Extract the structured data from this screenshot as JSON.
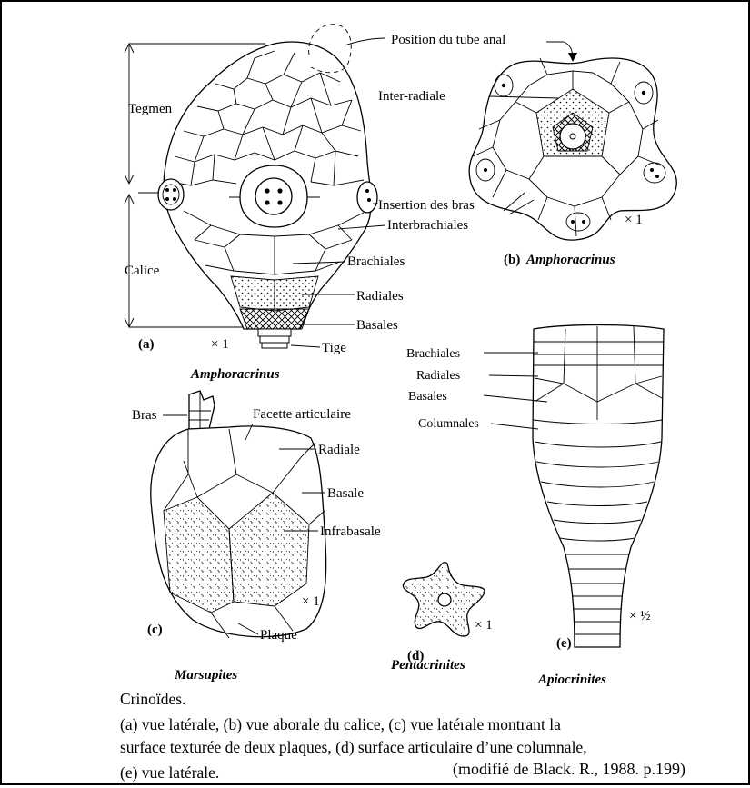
{
  "figure": {
    "a": {
      "tag": "(a)",
      "scale": "× 1",
      "genus": "Amphoracrinus",
      "labels": {
        "tube": "Position du tube anal",
        "tegmen": "Tegmen",
        "calice": "Calice",
        "insertion": "Insertion des bras",
        "interbrachiales": "Interbrachiales",
        "brachiales": "Brachiales",
        "radiales": "Radiales",
        "basales": "Basales",
        "tige": "Tige"
      }
    },
    "b": {
      "tag": "(b)",
      "genus": "Amphoracrinus",
      "scale": "× 1",
      "labels": {
        "inter_radiale": "Inter-radiale"
      }
    },
    "c": {
      "tag": "(c)",
      "scale": "× 1",
      "genus": "Marsupites",
      "labels": {
        "bras": "Bras",
        "facette": "Facette articulaire",
        "radiale": "Radiale",
        "basale": "Basale",
        "infrabasale": "Infrabasale",
        "plaque": "Plaque"
      }
    },
    "d": {
      "tag": "(d)",
      "scale": "× 1",
      "genus": "Pentacrinites"
    },
    "e": {
      "tag": "(e)",
      "scale": "× ½",
      "genus": "Apiocrinites",
      "labels": {
        "brachiales": "Brachiales",
        "radiales": "Radiales",
        "basales": "Basales",
        "columnales": "Columnales"
      }
    }
  },
  "caption": {
    "title": "Crinoïdes.",
    "line1": "(a) vue latérale, (b) vue aborale du calice, (c) vue latérale montrant la",
    "line2": "surface texturée de deux plaques, (d) surface articulaire d’une columnale,",
    "line3": "(e) vue latérale.",
    "source": "(modifié de Black. R., 1988. p.199)"
  }
}
